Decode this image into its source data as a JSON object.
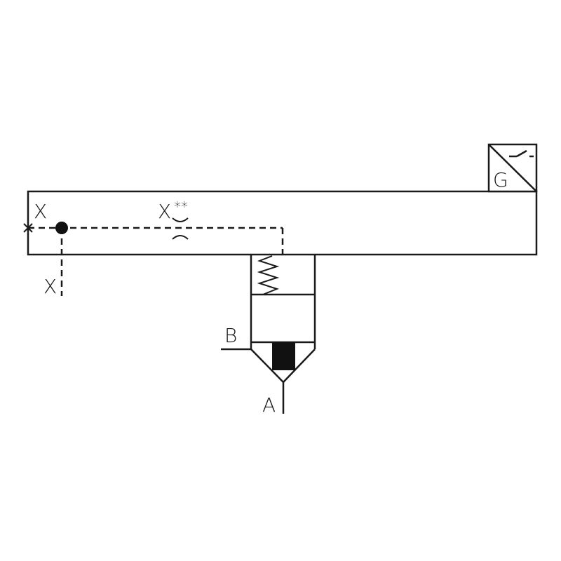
{
  "diagram": {
    "title": "Hydraulic cartridge valve symbol with pressure switch",
    "colors": {
      "line": "#1a1a1a",
      "fill": "#ffffff",
      "solid": "#111111"
    },
    "labels": {
      "port_x_top": "X",
      "port_x_bottom": "X",
      "orifice_label_main": "X",
      "orifice_label_sup": "**",
      "port_b": "B",
      "port_a": "A",
      "switch_label": "G"
    },
    "components": [
      {
        "id": "control-cover",
        "type": "rectangle"
      },
      {
        "id": "pressure-switch",
        "type": "switch-box",
        "label": "G"
      },
      {
        "id": "pilot-line",
        "type": "dashed-line"
      },
      {
        "id": "orifice",
        "type": "orifice",
        "label": "X**"
      },
      {
        "id": "junction",
        "type": "dot"
      },
      {
        "id": "plug",
        "type": "cross"
      },
      {
        "id": "cartridge-valve",
        "type": "poppet-valve",
        "ports": [
          "A",
          "B"
        ]
      },
      {
        "id": "spring",
        "type": "spring"
      }
    ]
  }
}
